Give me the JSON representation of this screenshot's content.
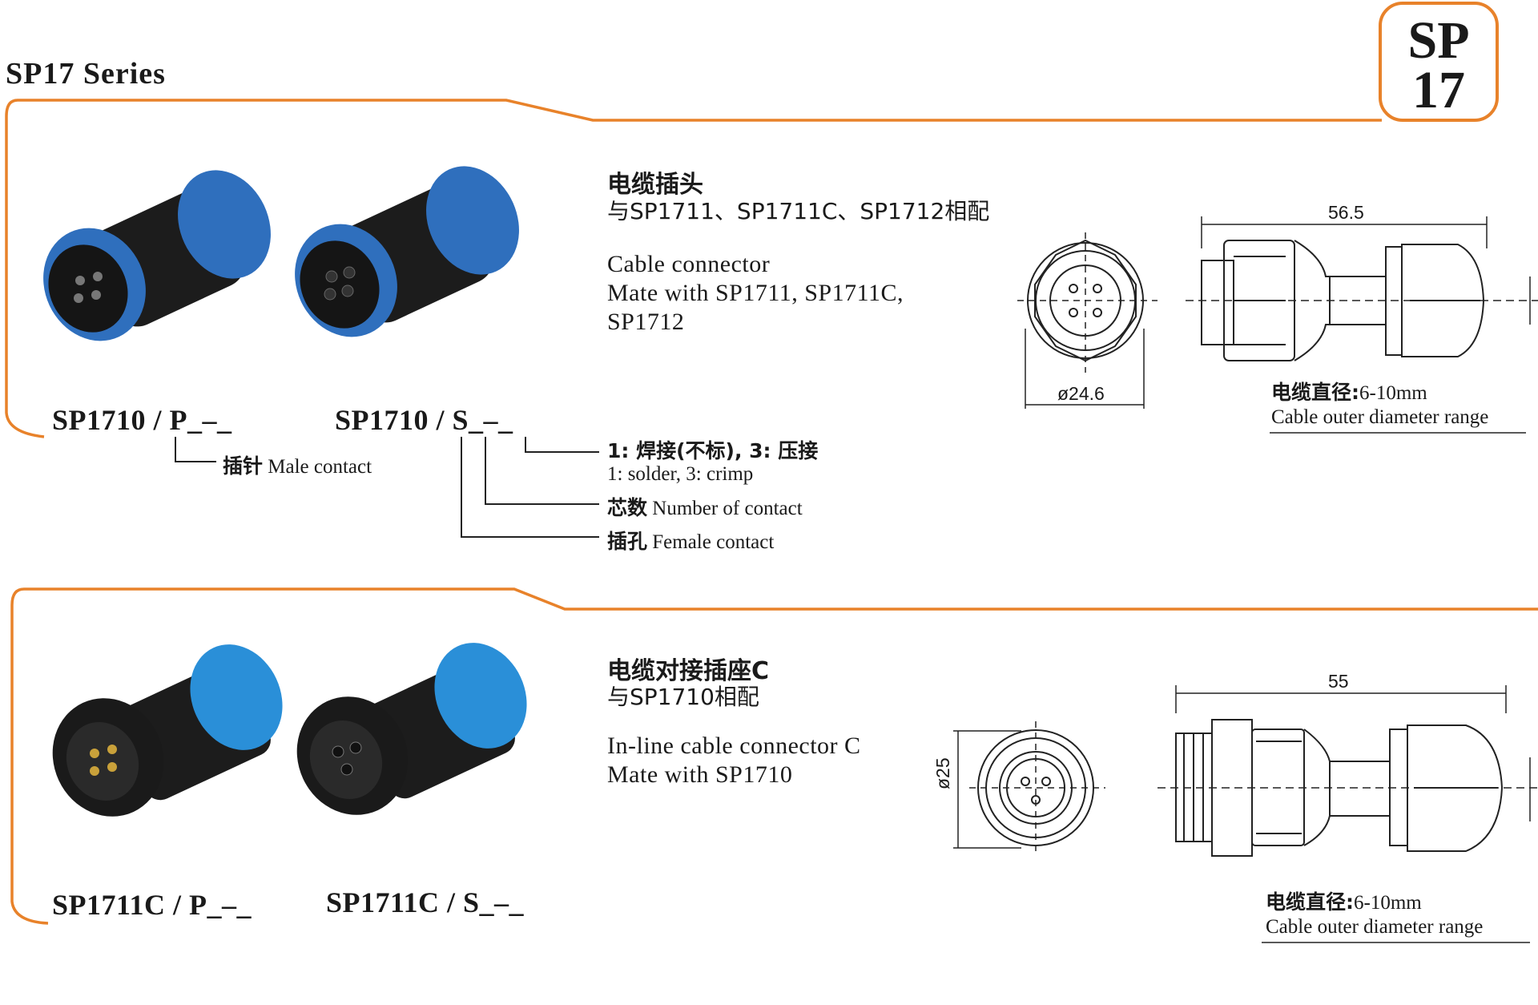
{
  "series_title": "SP17 Series",
  "badge": {
    "line1": "SP",
    "line2": "17"
  },
  "section1": {
    "zh_title": "电缆插头",
    "zh_sub": "与SP1711、SP1711C、SP1712相配",
    "en_title": "Cable connector",
    "en_mate1": "Mate with SP1711, SP1711C,",
    "en_mate2": "SP1712",
    "part_male": "SP1710 / P_–_",
    "part_female": "SP1710 / S_–_",
    "callouts": {
      "male_zh": "插针",
      "male_en": "Male contact",
      "term_zh": "1: 焊接(不标), 3: 压接",
      "term_en": "1: solder, 3: crimp",
      "num_zh": "芯数",
      "num_en": "Number of contact",
      "female_zh": "插孔",
      "female_en": "Female contact"
    },
    "dim_front": "ø24.6",
    "dim_length": "56.5",
    "cable_zh": "电缆直径:",
    "cable_value": "6-10mm",
    "cable_en": "Cable outer  diameter range"
  },
  "section2": {
    "zh_title": "电缆对接插座C",
    "zh_sub": "与SP1710相配",
    "en_title": "In-line cable connector C",
    "en_mate": "Mate with SP1710",
    "part_male": "SP1711C / P_–_",
    "part_female": "SP1711C / S_–_",
    "dim_front": "ø25",
    "dim_length": "55",
    "cable_zh": "电缆直径:",
    "cable_value": "6-10mm",
    "cable_en": "Cable outer  diameter range"
  },
  "colors": {
    "accent": "#e8822a",
    "connector_blue": "#2f6fbd",
    "connector_black": "#1c1c1c"
  }
}
